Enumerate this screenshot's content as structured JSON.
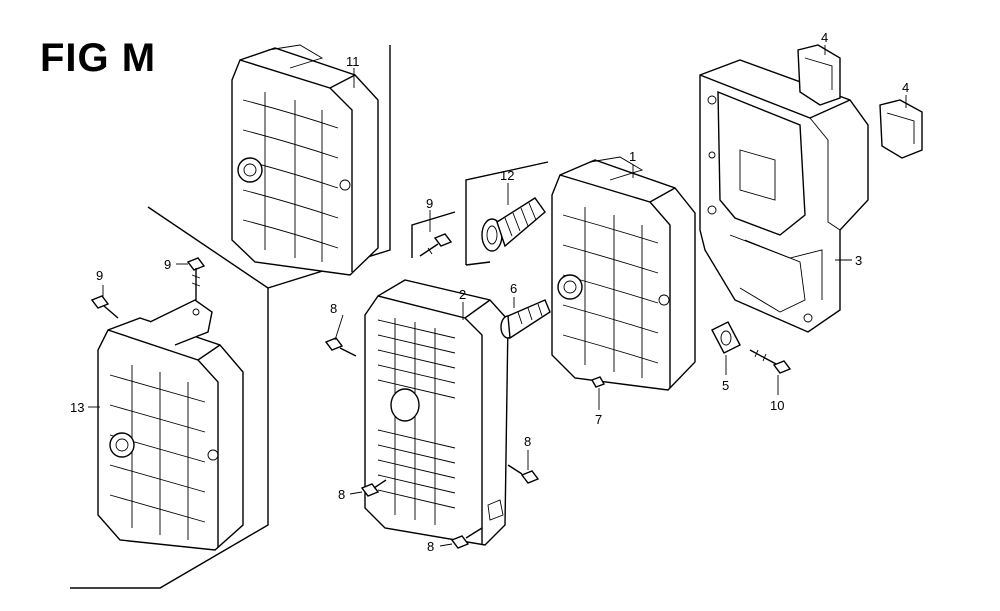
{
  "figure": {
    "title": "FIG M"
  },
  "callouts": [
    {
      "id": "c1",
      "text": "1"
    },
    {
      "id": "c2",
      "text": "2"
    },
    {
      "id": "c3",
      "text": "3"
    },
    {
      "id": "c4a",
      "text": "4"
    },
    {
      "id": "c4b",
      "text": "4"
    },
    {
      "id": "c5",
      "text": "5"
    },
    {
      "id": "c6",
      "text": "6"
    },
    {
      "id": "c7",
      "text": "7"
    },
    {
      "id": "c8a",
      "text": "8"
    },
    {
      "id": "c8b",
      "text": "8"
    },
    {
      "id": "c8c",
      "text": "8"
    },
    {
      "id": "c8d",
      "text": "8"
    },
    {
      "id": "c9a",
      "text": "9"
    },
    {
      "id": "c9b",
      "text": "9"
    },
    {
      "id": "c9c",
      "text": "9"
    },
    {
      "id": "c10",
      "text": "10"
    },
    {
      "id": "c11",
      "text": "11"
    },
    {
      "id": "c12",
      "text": "12"
    },
    {
      "id": "c13",
      "text": "13"
    }
  ]
}
